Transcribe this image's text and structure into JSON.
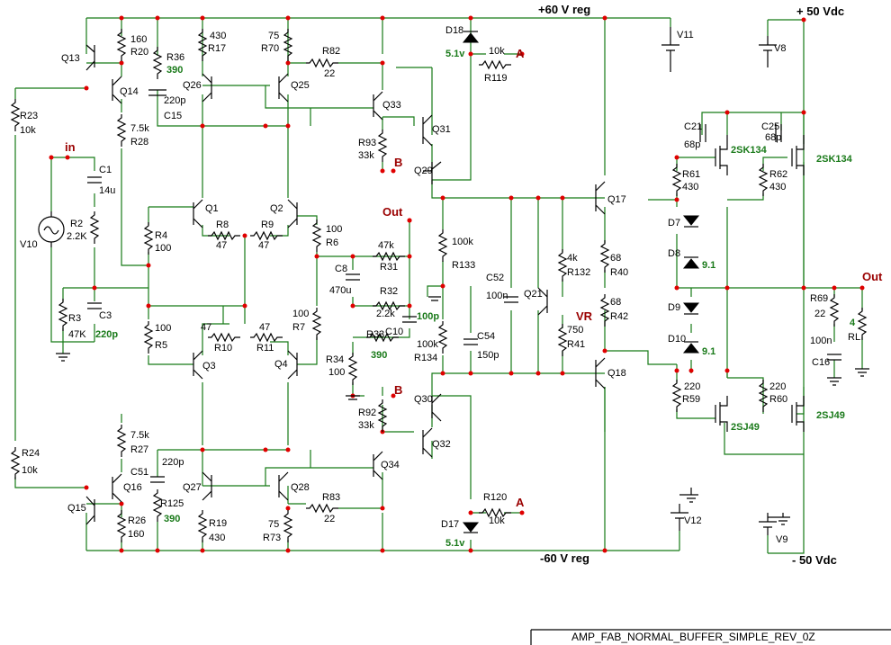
{
  "title_block": "AMP_FAB_NORMAL_BUFFER_SIMPLE_REV_0Z",
  "rails": {
    "pos60": "+60 V reg",
    "neg60": "-60 V reg",
    "pos50": "+ 50 Vdc",
    "neg50": "- 50 Vdc"
  },
  "nets": {
    "in": "in",
    "out_small": "Out",
    "out_main": "Out",
    "a_top": "A",
    "a_bot": "A",
    "b_top": "B",
    "b_bot": "B",
    "vr": "VR"
  },
  "sources": [
    {
      "ref": "V11"
    },
    {
      "ref": "V8"
    },
    {
      "ref": "V12"
    },
    {
      "ref": "V9"
    },
    {
      "ref": "V10"
    }
  ],
  "transistors": [
    {
      "ref": "Q13"
    },
    {
      "ref": "Q14"
    },
    {
      "ref": "Q26"
    },
    {
      "ref": "Q25"
    },
    {
      "ref": "Q33"
    },
    {
      "ref": "Q31"
    },
    {
      "ref": "Q29"
    },
    {
      "ref": "Q1"
    },
    {
      "ref": "Q2"
    },
    {
      "ref": "Q3"
    },
    {
      "ref": "Q4"
    },
    {
      "ref": "Q15"
    },
    {
      "ref": "Q16"
    },
    {
      "ref": "Q27"
    },
    {
      "ref": "Q28"
    },
    {
      "ref": "Q34"
    },
    {
      "ref": "Q32"
    },
    {
      "ref": "Q30"
    },
    {
      "ref": "Q21"
    },
    {
      "ref": "Q17"
    },
    {
      "ref": "Q18"
    }
  ],
  "mosfets": [
    {
      "part": "2SK134"
    },
    {
      "part": "2SK134"
    },
    {
      "part": "2SJ49"
    },
    {
      "part": "2SJ49"
    }
  ],
  "resistors": [
    {
      "ref": "R20",
      "value": "160"
    },
    {
      "ref": "R36",
      "value": "390"
    },
    {
      "ref": "R17",
      "value": "430"
    },
    {
      "ref": "R70",
      "value": "75"
    },
    {
      "ref": "R82",
      "value": "22"
    },
    {
      "ref": "R119",
      "value": "10k"
    },
    {
      "ref": "R23",
      "value": "10k"
    },
    {
      "ref": "R28",
      "value": "7.5k"
    },
    {
      "ref": "R93",
      "value": "33k"
    },
    {
      "ref": "R2",
      "value": "2.2K"
    },
    {
      "ref": "R4",
      "value": "100"
    },
    {
      "ref": "R8",
      "value": "47"
    },
    {
      "ref": "R9",
      "value": "47"
    },
    {
      "ref": "R6",
      "value": "100"
    },
    {
      "ref": "R31",
      "value": "47k"
    },
    {
      "ref": "R32",
      "value": "2.2k"
    },
    {
      "ref": "R133",
      "value": "100k"
    },
    {
      "ref": "R3",
      "value": "47K"
    },
    {
      "ref": "R5",
      "value": "100"
    },
    {
      "ref": "R10",
      "value": "47"
    },
    {
      "ref": "R11",
      "value": "47"
    },
    {
      "ref": "R7",
      "value": "100"
    },
    {
      "ref": "R33",
      "value": "390"
    },
    {
      "ref": "R34",
      "value": "100"
    },
    {
      "ref": "R134",
      "value": "100k"
    },
    {
      "ref": "R132",
      "value": "4k"
    },
    {
      "ref": "R41",
      "value": "750"
    },
    {
      "ref": "R40",
      "value": "68"
    },
    {
      "ref": "R42",
      "value": "68"
    },
    {
      "ref": "R61",
      "value": "430"
    },
    {
      "ref": "R62",
      "value": "430"
    },
    {
      "ref": "R69",
      "value": "22"
    },
    {
      "ref": "RL",
      "value": "4"
    },
    {
      "ref": "R59",
      "value": "220"
    },
    {
      "ref": "R60",
      "value": "220"
    },
    {
      "ref": "R24",
      "value": "10k"
    },
    {
      "ref": "R27",
      "value": "7.5k"
    },
    {
      "ref": "R125",
      "value": "390"
    },
    {
      "ref": "R26",
      "value": "160"
    },
    {
      "ref": "R19",
      "value": "430"
    },
    {
      "ref": "R73",
      "value": "75"
    },
    {
      "ref": "R83",
      "value": "22"
    },
    {
      "ref": "R92",
      "value": "33k"
    },
    {
      "ref": "R120",
      "value": "10k"
    }
  ],
  "capacitors": [
    {
      "ref": "C15",
      "value": "220p"
    },
    {
      "ref": "C1",
      "value": "14u"
    },
    {
      "ref": "C3",
      "value": "220p"
    },
    {
      "ref": "C8",
      "value": "470u"
    },
    {
      "ref": "C10",
      "value": "100p"
    },
    {
      "ref": "C52",
      "value": "100n"
    },
    {
      "ref": "C54",
      "value": "150p"
    },
    {
      "ref": "C21",
      "value": "68p"
    },
    {
      "ref": "C25",
      "value": "68p"
    },
    {
      "ref": "C16",
      "value": "100n"
    },
    {
      "ref": "C51",
      "value": "220p"
    }
  ],
  "diodes": [
    {
      "ref": "D18",
      "value": "5.1v"
    },
    {
      "ref": "D17",
      "value": "5.1v"
    },
    {
      "ref": "D7",
      "value": ""
    },
    {
      "ref": "D8",
      "value": "9.1"
    },
    {
      "ref": "D9",
      "value": ""
    },
    {
      "ref": "D10",
      "value": "9.1"
    }
  ]
}
